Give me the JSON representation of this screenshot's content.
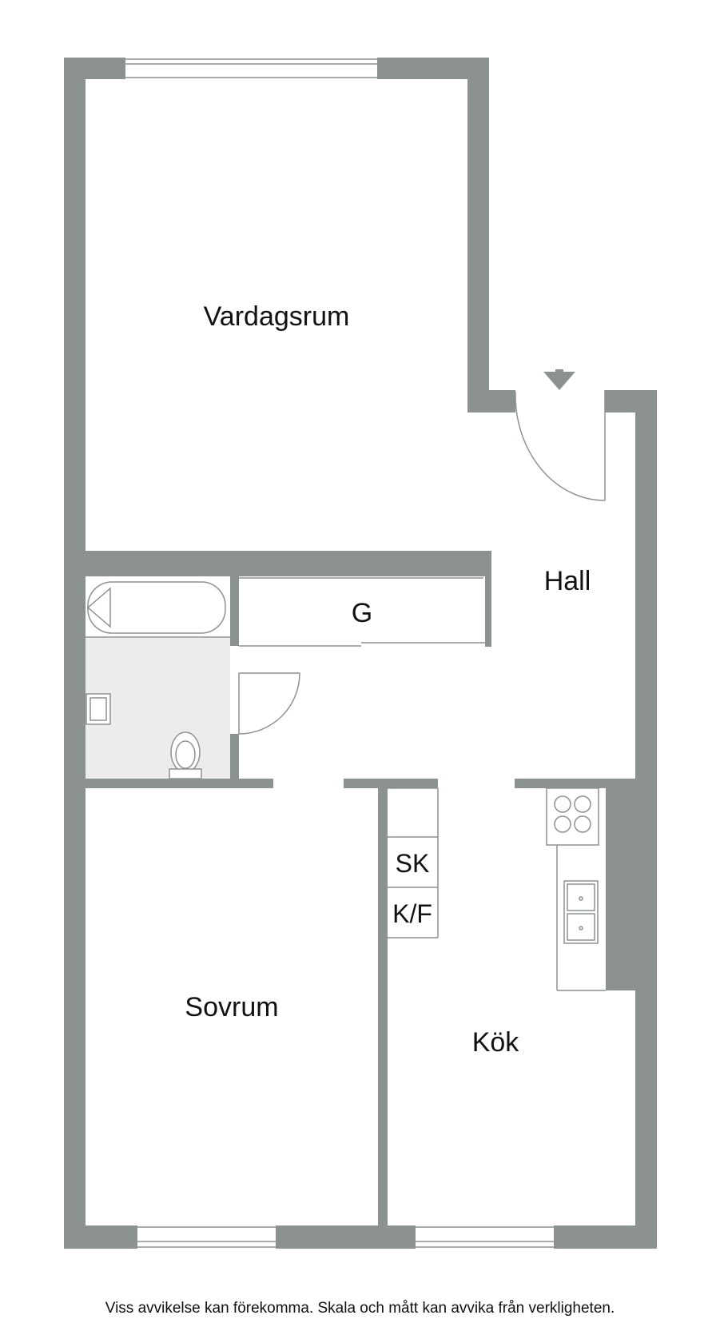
{
  "rooms": {
    "living": "Vardagsrum",
    "hall": "Hall",
    "closet": "G",
    "bedroom": "Sovrum",
    "kitchen": "Kök",
    "freezer": "SK",
    "fridge": "K/F"
  },
  "disclaimer": "Viss avvikelse kan förekomma. Skala och mått kan avvika från verkligheten.",
  "icons": [
    "entrance-arrow-icon",
    "door-swing-icon",
    "bathtub-icon",
    "sink-icon",
    "toilet-icon",
    "stove-icon",
    "kitchen-sink-icon"
  ],
  "colors": {
    "wall": "#8c9290",
    "bathroom_floor": "#ecedeb",
    "background": "#ffffff"
  }
}
